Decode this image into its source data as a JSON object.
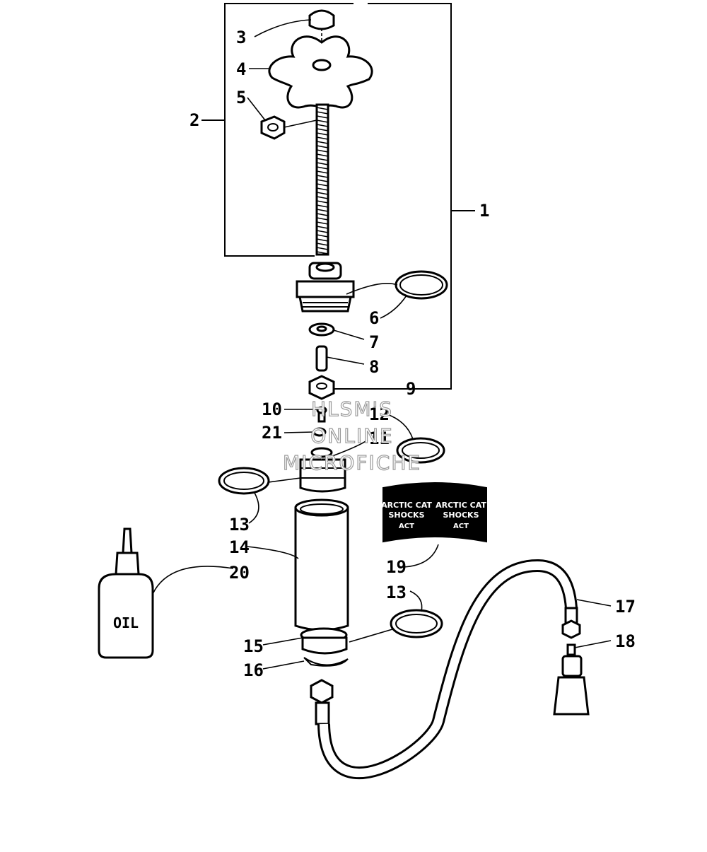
{
  "watermark": [
    "HLSM'S",
    "ONLINE",
    "MICROFICHE"
  ],
  "callouts": [
    "1",
    "2",
    "3",
    "4",
    "5",
    "6",
    "7",
    "8",
    "9",
    "10",
    "11",
    "12",
    "13",
    "13",
    "14",
    "15",
    "16",
    "17",
    "18",
    "19",
    "20",
    "21"
  ],
  "labels": {
    "oil_bottle": "OIL",
    "decal_left_line1": "ARCTIC CAT",
    "decal_left_line2": "SHOCKS",
    "decal_left_logo": "ACT",
    "decal_right_line1": "ARCTIC CAT",
    "decal_right_line2": "SHOCKS",
    "decal_right_logo": "ACT"
  }
}
